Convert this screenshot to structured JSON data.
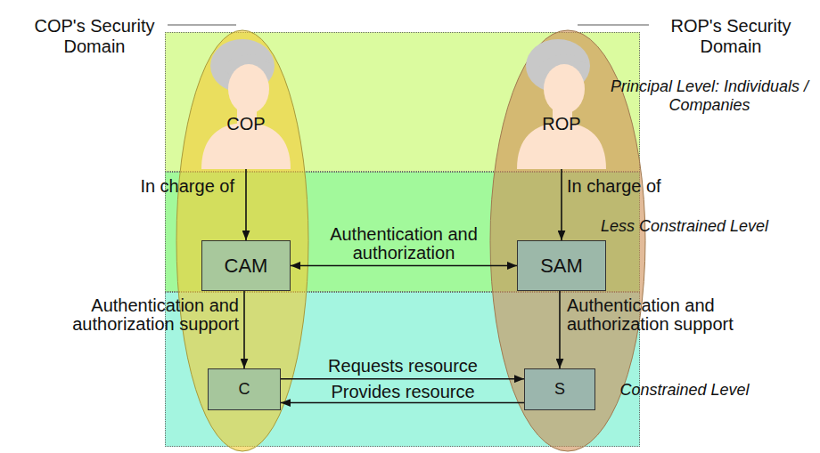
{
  "diagram": {
    "nodes": [
      {
        "text": [
          "Principal Level: Individuals / Companies"
        ]
      },
      {
        "text": [
          "Less Constrained Level"
        ]
      },
      {
        "text": [
          "Constrained Level"
        ]
      },
      {
        "text": [
          "COP's Security Domain"
        ]
      },
      {
        "text": [
          "COP"
        ],
        "in": 3
      },
      {
        "text": [
          "CAM"
        ],
        "in": 3
      },
      {
        "text": [
          "C"
        ],
        "in": 3
      },
      {
        "text": [
          "ROP's Security Domain"
        ]
      },
      {
        "text": [
          "ROP"
        ],
        "in": 7
      },
      {
        "text": [
          "SAM"
        ],
        "in": 7
      },
      {
        "text": [
          "S"
        ],
        "in": 7
      }
    ],
    "edges": [
      {
        "from": 4,
        "to": 5,
        "label": "In charge of",
        "arrow": "to"
      },
      {
        "from": 8,
        "to": 9,
        "label": "In charge of",
        "arrow": "to"
      },
      {
        "from": 5,
        "to": 9,
        "label": "Authentication and authorization",
        "arrow": "both"
      },
      {
        "from": 5,
        "to": 6,
        "label": "Authentication and authorization support",
        "arrow": "to"
      },
      {
        "from": 9,
        "to": 10,
        "label": "Authentication and authorization support",
        "arrow": "to"
      },
      {
        "from": 6,
        "to": 10,
        "label": "Requests resource",
        "arrow": "to"
      },
      {
        "from": 10,
        "to": 6,
        "label": "Provides resource",
        "arrow": "to"
      }
    ]
  }
}
